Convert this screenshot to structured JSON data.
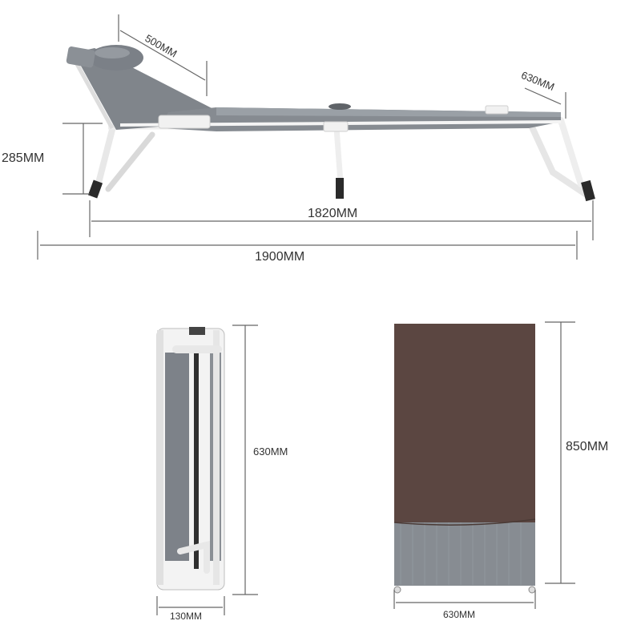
{
  "product": "folding lounge bed",
  "dimensions": {
    "backrest_length": "500MM",
    "bed_width": "630MM",
    "bed_height": "285MM",
    "inner_length": "1820MM",
    "total_length": "1900MM",
    "folded_height": "630MM",
    "folded_thickness": "130MM",
    "bag_height": "850MM",
    "bag_width": "630MM"
  },
  "colors": {
    "fabric": "#80858b",
    "frame": "#f2f2f2",
    "bag": "#5b4641",
    "dimension_lines": "#666666"
  }
}
